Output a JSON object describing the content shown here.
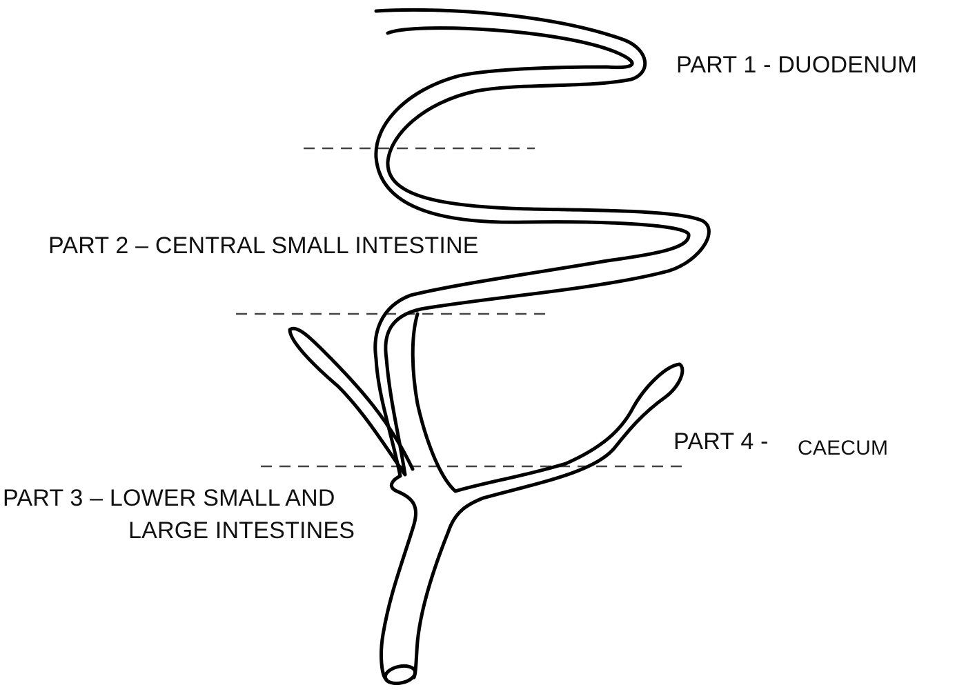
{
  "labels": {
    "part1": "PART 1 - DUODENUM",
    "part2": "PART 2 – CENTRAL SMALL INTESTINE",
    "part3_line1": "PART 3 – LOWER SMALL AND",
    "part3_line2": "LARGE INTESTINES",
    "part4_prefix": "PART 4 -",
    "part4_name": "CAECUM"
  },
  "colors": {
    "outline": "#000000",
    "divider": "#444444",
    "text": "#111111",
    "background": "#ffffff"
  }
}
